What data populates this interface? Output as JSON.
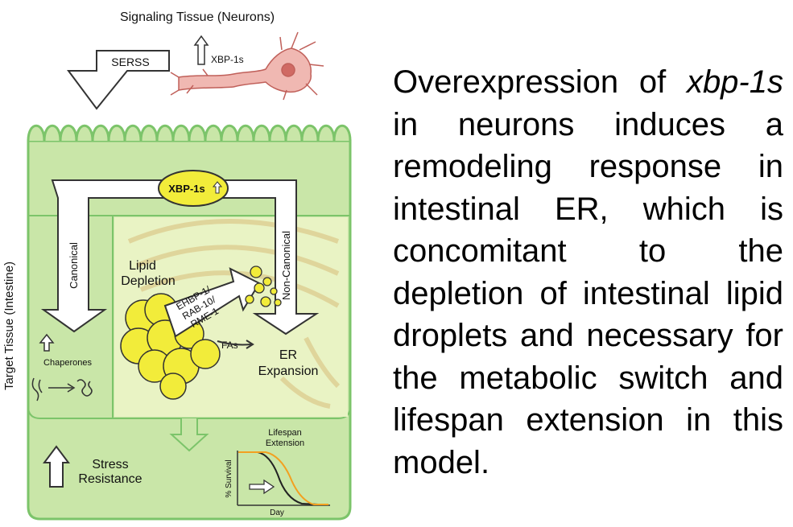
{
  "diagram": {
    "signaling_title": "Signaling Tissue (Neurons)",
    "serss": "SERSS",
    "xbp_top": "XBP-1s",
    "target_tissue": "Target Tissue (Intestine)",
    "xbp_center": "XBP-1s",
    "canonical": "Canonical",
    "non_canonical": "Non-Canonical",
    "lipid_line1": "Lipid",
    "lipid_line2": "Depletion",
    "ehbp_line1": "EHBP-1/",
    "ehbp_line2": "RAB-10/",
    "ehbp_line3": "RME-1",
    "fas": "FAs",
    "er_line1": "ER",
    "er_line2": "Expansion",
    "chaperones": "Chaperones",
    "stress_line1": "Stress",
    "stress_line2": "Resistance",
    "lifespan_line1": "Lifespan",
    "lifespan_line2": "Extension",
    "survival_axis": "% Survival",
    "day_axis": "Day"
  },
  "caption": {
    "part1": "Overexpression of ",
    "italic": "xbp-1s",
    "part2": " in neurons induces a remodeling response in intestinal ER, which is concomitant to the depletion of intestinal lipid droplets and necessary for the metabolic switch and lifespan extension in this model."
  },
  "colors": {
    "cell_fill": "#cfe8b4",
    "cell_stroke": "#7cc46a",
    "droplet": "#f2ec3a",
    "neuron": "#e0908a",
    "curve_control": "#222222",
    "curve_treated": "#f2a020"
  }
}
